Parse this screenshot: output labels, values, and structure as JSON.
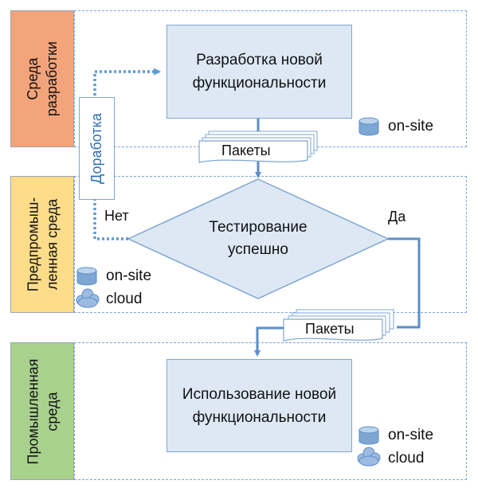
{
  "lanes": {
    "dev": {
      "label": "Среда разработки",
      "color": "#f3a47a"
    },
    "preprod": {
      "label": "Предпромыш-ленная среда",
      "color": "#fddc8a"
    },
    "prod": {
      "label": "Промышленная среда",
      "color": "#a9d18e"
    }
  },
  "nodes": {
    "develop": "Разработка новой функциональности",
    "test": "Тестирование успешно",
    "use": "Использование новой функциональности",
    "rework": "Доработка"
  },
  "packages": {
    "top": "Пакеты",
    "bottom": "Пакеты"
  },
  "branches": {
    "no": "Нет",
    "yes": "Да"
  },
  "hosting": {
    "onsite": "on-site",
    "cloud": "cloud"
  },
  "colors": {
    "box_fill": "#dde8f4",
    "box_stroke": "#7ea6d3",
    "arrow": "#5b8ec9",
    "dotted": "#5b9bd5"
  }
}
